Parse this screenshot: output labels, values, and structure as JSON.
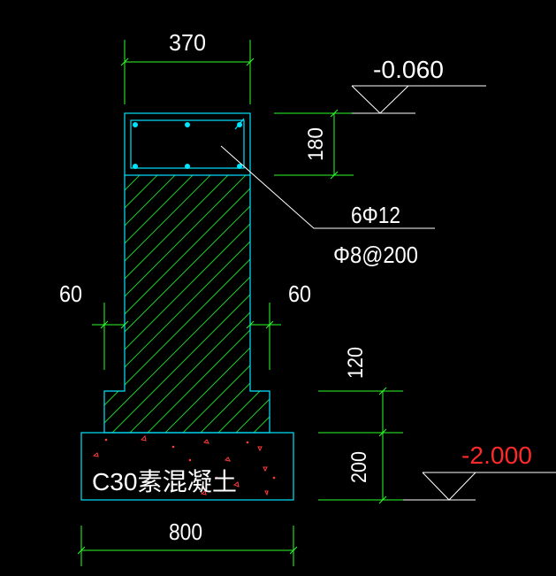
{
  "drawing": {
    "dimensions": {
      "top_width": "370",
      "offset_left": "60",
      "offset_right": "60",
      "beam_height": "180",
      "step_height": "120",
      "base_height": "200",
      "base_width": "800"
    },
    "elevations": {
      "top": "-0.060",
      "bottom": "-2.000"
    },
    "rebar": {
      "main": "6Φ12",
      "stirrup": "Φ8@200"
    },
    "material_label": "C30素混凝土",
    "colors": {
      "background": "#000000",
      "outline": "#00E5FF",
      "hatch": "#1FC92B",
      "dimension": "#2BFF2B",
      "text": "#FFFFFF",
      "elevation_low": "#FF2A2A",
      "rebar": "#00E5FF",
      "speckle": "#FF3B3B"
    }
  }
}
